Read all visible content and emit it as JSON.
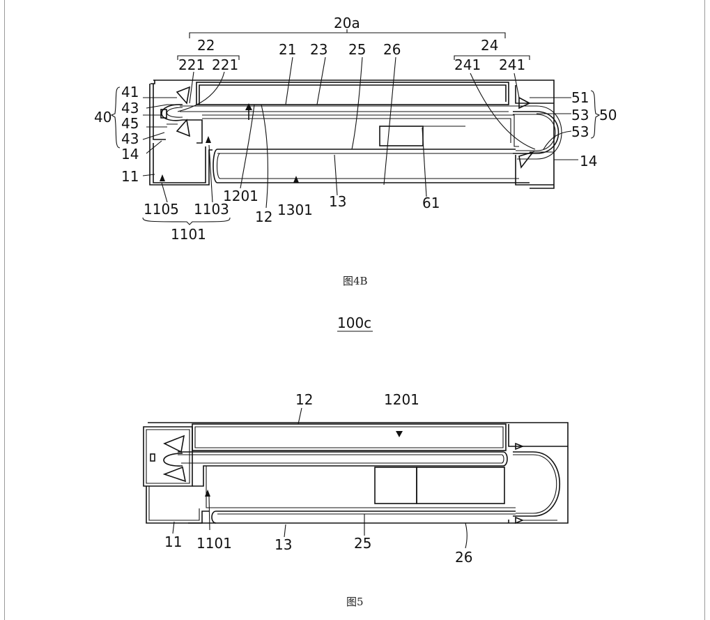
{
  "figure_4b": {
    "caption": "图4B",
    "labels": {
      "l20a": "20a",
      "l22": "22",
      "l221a": "221",
      "l221b": "221",
      "l21": "21",
      "l23": "23",
      "l25": "25",
      "l26": "26",
      "l24": "24",
      "l241a": "241",
      "l241b": "241",
      "l41": "41",
      "l43a": "43",
      "l40": "40",
      "l45": "45",
      "l43b": "43",
      "l14a": "14",
      "l11": "11",
      "l51": "51",
      "l53a": "53",
      "l50": "50",
      "l53b": "53",
      "l14b": "14",
      "l1201": "1201",
      "l12": "12",
      "l1301": "1301",
      "l13": "13",
      "l61": "61",
      "l1105": "1105",
      "l1103": "1103",
      "l1101": "1101"
    }
  },
  "figure_5": {
    "title": "100c",
    "caption": "图5",
    "labels": {
      "l12": "12",
      "l1201": "1201",
      "l11": "11",
      "l1101": "1101",
      "l13": "13",
      "l25": "25",
      "l26": "26"
    }
  }
}
